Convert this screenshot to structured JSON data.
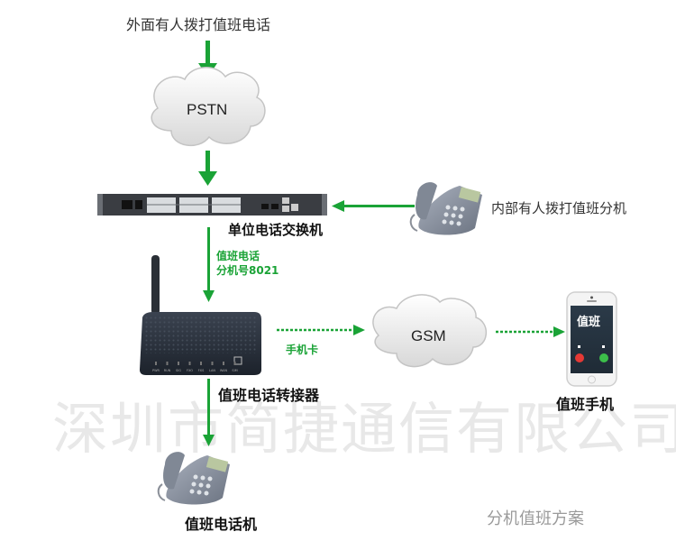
{
  "diagram": {
    "top_caption": "外面有人拨打值班电话",
    "pstn_label": "PSTN",
    "pbx_label": "单位电话交换机",
    "internal_caller_label": "内部有人拨打值班分机",
    "extension_line1": "值班电话",
    "extension_line2": "分机号8021",
    "converter_label": "值班电话转接器",
    "sim_label": "手机卡",
    "gsm_label": "GSM",
    "mobile_label": "值班手机",
    "mobile_screen_text": "值班",
    "desk_phone_label": "值班电话机",
    "watermark": "深圳市简捷通信有限公司",
    "subtitle": "分机值班方案",
    "converter_leds": [
      "PWR",
      "RUN",
      "SIG",
      "FXO",
      "FXS",
      "LAN",
      "WAN",
      "SIM"
    ]
  },
  "colors": {
    "arrow_green": "#1aa336",
    "text_dark": "#333333",
    "watermark": "#e8e8e8",
    "subtitle": "#9a9a9a"
  }
}
